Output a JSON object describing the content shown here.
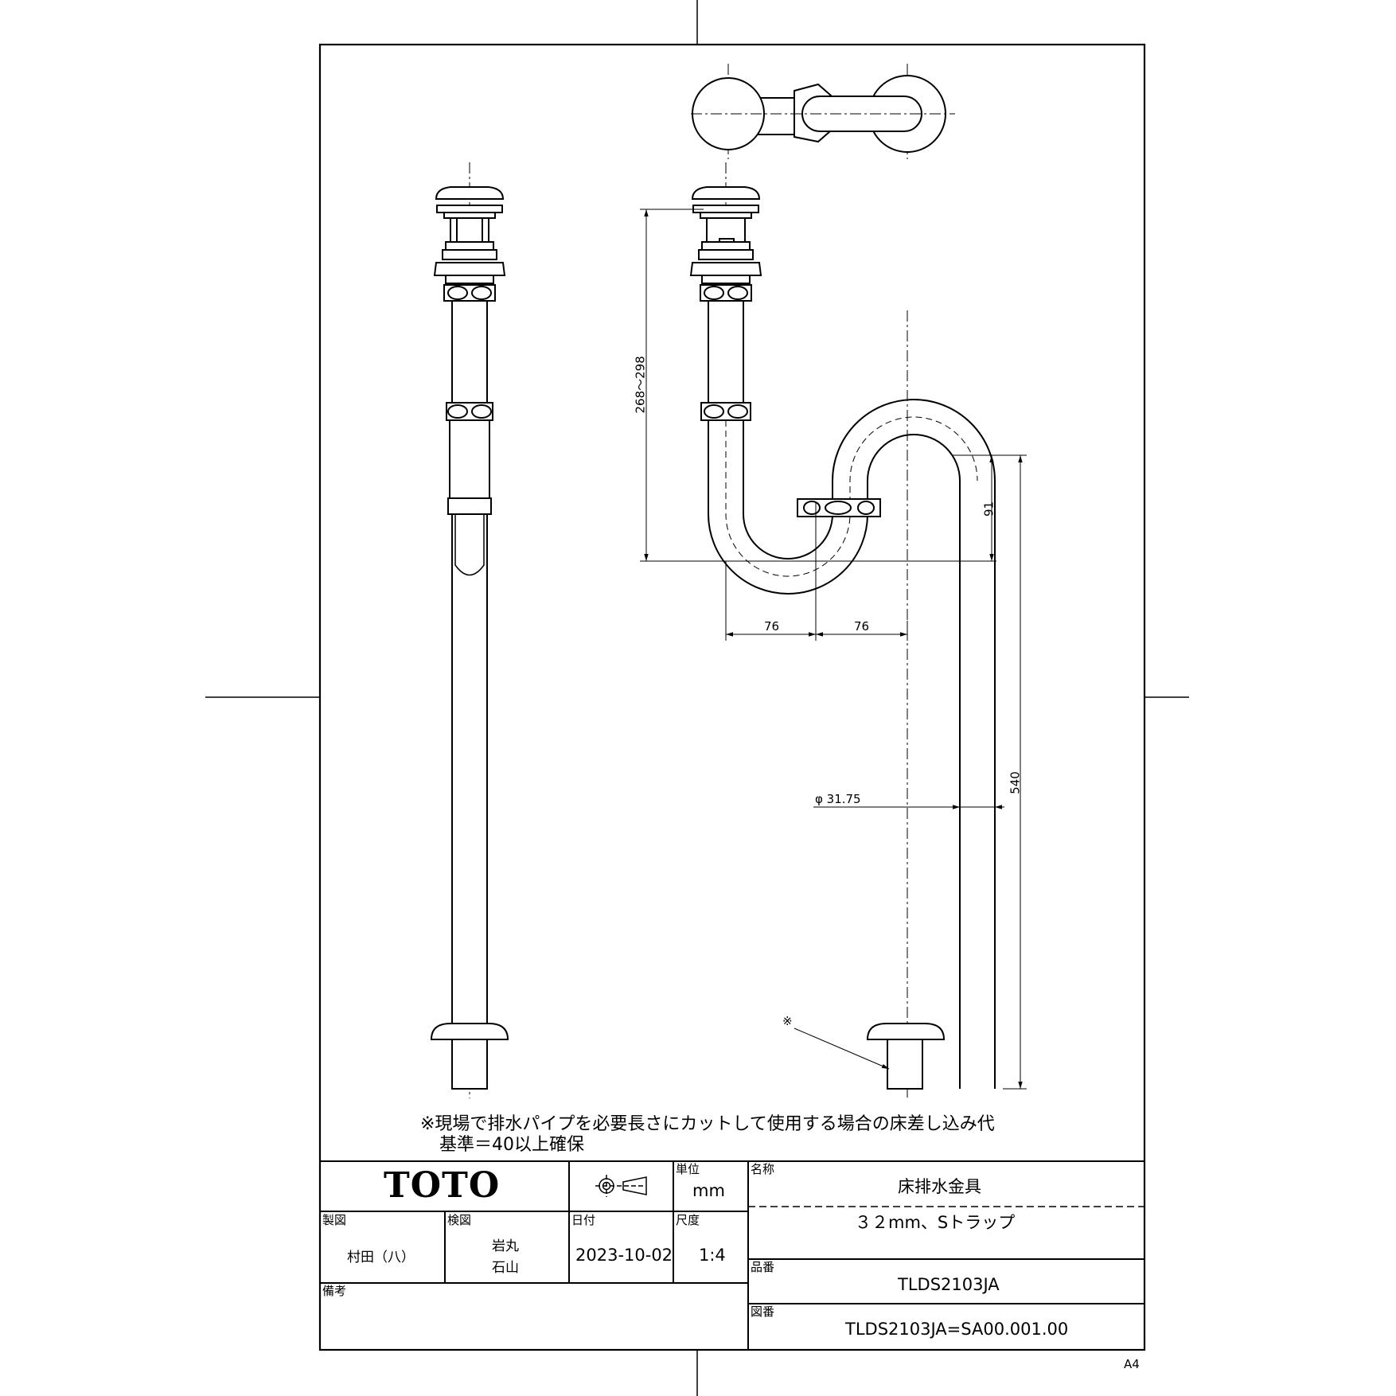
{
  "drawing": {
    "dimensions": {
      "height_range": "268～298",
      "trap_depth": "91",
      "offset_left": "76",
      "offset_right": "76",
      "total_height": "540",
      "pipe_diameter": "φ 31.75",
      "note_marker": "※"
    }
  },
  "note": {
    "line1": "※現場で排水パイプを必要長さにカットして使用する場合の床差し込み代",
    "line2": "基準＝40以上確保"
  },
  "title_block": {
    "logo": "TOTO",
    "projection_symbol": "third-angle-projection-icon",
    "unit_label": "単位",
    "unit_value": "mm",
    "name_label": "名称",
    "name_value": "床排水金具",
    "subtitle": "３２mm、Sトラップ",
    "drawn_label": "製図",
    "drawn_by": "村田（八）",
    "checked_label": "検図",
    "checked_by_1": "岩丸",
    "checked_by_2": "石山",
    "date_label": "日付",
    "date_value": "2023-10-02",
    "scale_label": "尺度",
    "scale_value": "1:4",
    "product_no_label": "品番",
    "product_no": "TLDS2103JA",
    "remarks_label": "備考",
    "drawing_no_label": "図番",
    "drawing_no": "TLDS2103JA=SA00.001.00"
  },
  "sheet_size": "A4"
}
